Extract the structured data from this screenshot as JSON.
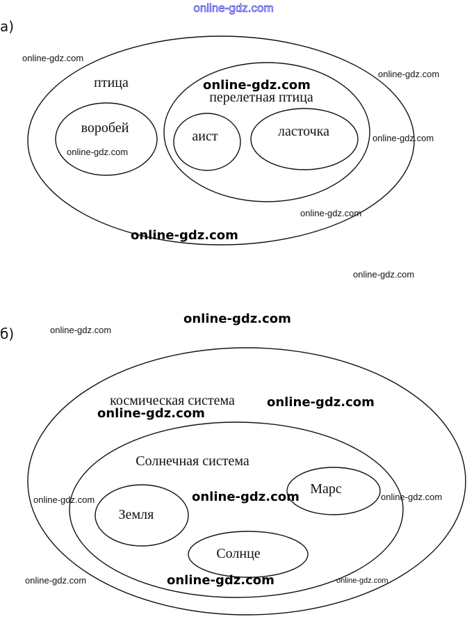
{
  "header_watermark": "online-gdz.com",
  "diagram_a": {
    "part_label": "а)",
    "sets": {
      "outer": "птица",
      "migratory": "перелетная птица",
      "sparrow": "воробей",
      "stork": "аист",
      "swallow": "ласточка"
    }
  },
  "diagram_b": {
    "part_label": "б)",
    "sets": {
      "outer": "космическая система",
      "solar": "Солнечная система",
      "mars": "Марс",
      "earth": "Земля",
      "sun": "Солнце"
    }
  },
  "watermark": "online-gdz.com"
}
